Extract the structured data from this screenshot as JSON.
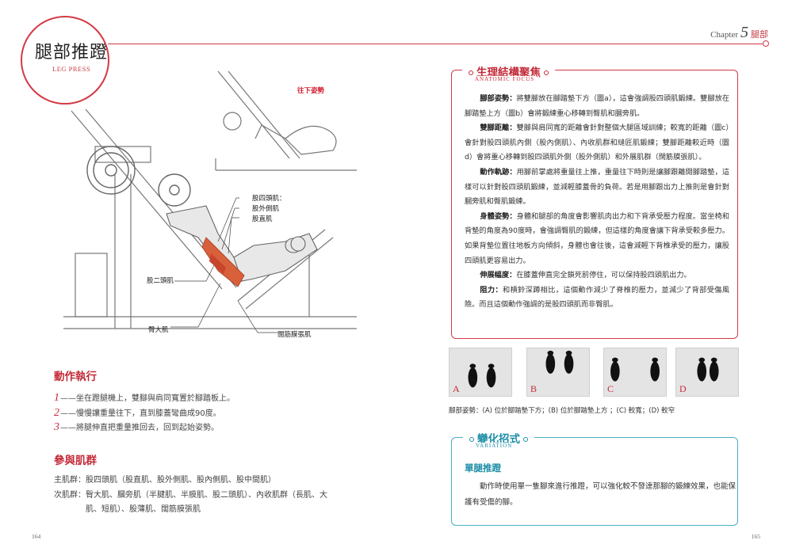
{
  "header": {
    "title": "腿部推蹬",
    "subtitle": "LEG PRESS",
    "chapter_word": "Chapter",
    "chapter_num": "5",
    "chapter_name": "腿部"
  },
  "illustration": {
    "inset_label": "往下姿勢",
    "label_quad": "股四頭肌：",
    "label_vastus_lat": "股外側肌",
    "label_rectus": "股直肌",
    "label_biceps": "股二頭肌",
    "label_glute": "臀大肌",
    "label_tfl": "闊筋膜張肌"
  },
  "execution": {
    "heading": "動作執行",
    "steps": [
      {
        "num": "1",
        "text": "——坐在蹬腿機上，雙腳與肩同寬置於腳踏板上。"
      },
      {
        "num": "2",
        "text": "——慢慢讓重量往下，直到膝蓋彎曲成90度。"
      },
      {
        "num": "3",
        "text": "——將腿伸直把重量推回去，回到起始姿勢。"
      }
    ]
  },
  "muscles": {
    "heading": "參與肌群",
    "primary": "主肌群：股四頭肌（股直肌、股外側肌、股內側肌、股中間肌）",
    "secondary_1": "次肌群：臀大肌、膕旁肌（半腱肌、半膜肌、股二頭肌）、內收肌群（長肌、大",
    "secondary_2": "肌、短肌）、股薄肌、闊筋膜張肌"
  },
  "anatomic": {
    "title": "生理結構聚焦",
    "subtitle": "ANATOMIC FOCUS",
    "p1_term": "腳部姿勢：",
    "p1_text": "將雙腳放在腳踏墊下方（圖a），這會強調股四頭肌鍛練。雙腳放在腳踏墊上方（圖b）會將鍛練重心移轉到臀肌和膕旁肌。",
    "p2_term": "雙腳距離：",
    "p2_text": "雙腳與肩同寬的距離會針對整個大腿區域訓練；較寬的距離（圖c）會針對股四頭肌內側（股內側肌）、內收肌群和縫匠肌鍛練；雙腳距離較近時（圖d）會將重心移轉到股四頭肌外側（股外側肌）和外展肌群（闊筋膜張肌）。",
    "p3_term": "動作軌跡：",
    "p3_text": "用腳前掌處將重量往上推，重量往下時則是讓腳跟離開腳踏墊，這樣可以針對股四頭肌鍛練，並減輕膝蓋骨的負荷。若是用腳跟出力上推則是會針對膕旁肌和臀肌鍛練。",
    "p4_term": "身體姿勢：",
    "p4_text": "身體和腿部的角度會影響肌肉出力和下背承受壓力程度。當坐椅和背墊的角度為90度時，會強調臀肌的鍛練，但這樣的角度會讓下背承受較多壓力。如果背墊位置往地板方向傾斜，身體也會往後，這會減輕下背椎承受的壓力，讓股四頭肌更容易出力。",
    "p5_term": "伸展幅度：",
    "p5_text": "在膝蓋伸直完全鎖死前停住，可以保持股四頭肌出力。",
    "p6_term": "阻力：",
    "p6_text": "和槓鈴深蹲相比，這個動作減少了脊椎的壓力，並減少了背部受傷風險。而且這個動作強調的是股四頭肌而非臀肌。"
  },
  "feet": {
    "letters": [
      "A",
      "B",
      "C",
      "D"
    ],
    "caption": "腳部姿勢：(A) 位於腳踏墊下方；(B) 位於腳踏墊上方 ；(C) 較寬；(D) 較窄"
  },
  "variation": {
    "title": "變化招式",
    "subtitle": "VARIATION",
    "heading": "單腿推蹬",
    "text": "動作時使用單一隻腳來進行推蹬，可以強化較不發達那腳的鍛練效果，也能保護有受傷的腳。"
  },
  "page_numbers": {
    "left": "164",
    "right": "165"
  },
  "colors": {
    "accent_red": "#d23a46",
    "accent_teal": "#4aaec4"
  }
}
